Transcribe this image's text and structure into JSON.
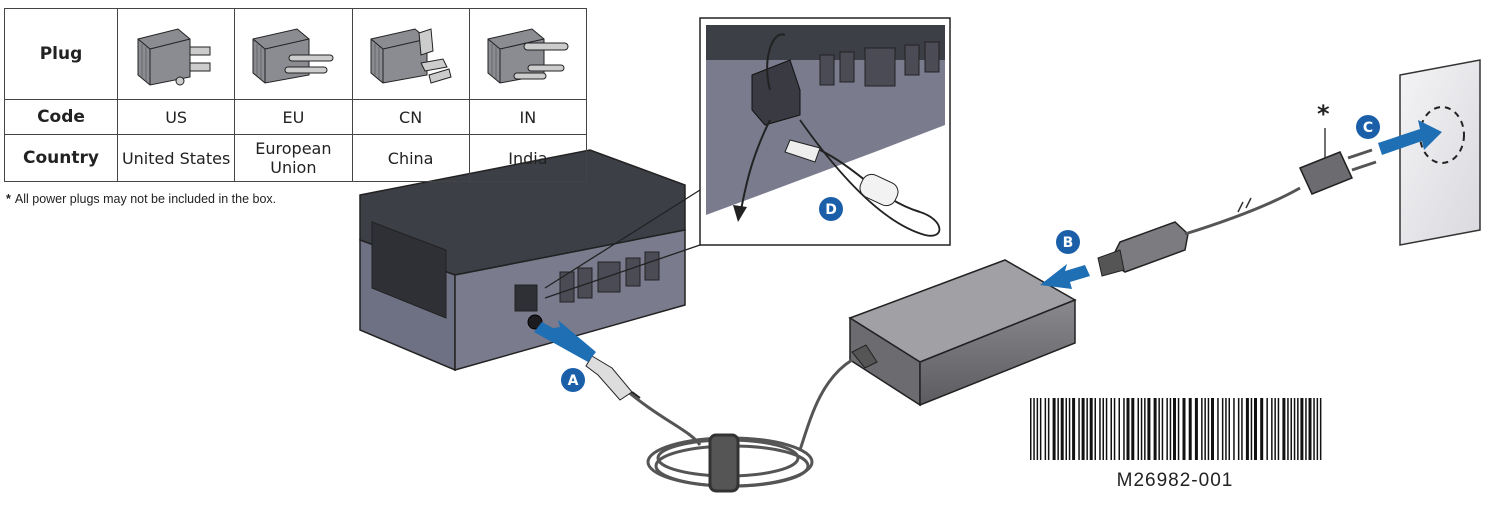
{
  "table": {
    "row_headers": {
      "plug": "Plug",
      "code": "Code",
      "country": "Country"
    },
    "columns": [
      {
        "code": "US",
        "country_line1": "United States",
        "country_line2": "",
        "icon": "us-plug-icon"
      },
      {
        "code": "EU",
        "country_line1": "European",
        "country_line2": "Union",
        "icon": "eu-plug-icon"
      },
      {
        "code": "CN",
        "country_line1": "China",
        "country_line2": "",
        "icon": "cn-plug-icon"
      },
      {
        "code": "IN",
        "country_line1": "India",
        "country_line2": "",
        "icon": "in-plug-icon"
      }
    ]
  },
  "footnote": {
    "marker": "*",
    "text": "All power plugs may not be included in the box."
  },
  "callouts": {
    "a": "A",
    "b": "B",
    "c": "C",
    "d": "D"
  },
  "plug_marker": "*",
  "part_number": "M26982-001",
  "colors": {
    "callout_blue": "#1a5fa8",
    "arrow_blue": "#1f6fb5",
    "device_top": "#3d3f47",
    "device_side": "#6e7083"
  }
}
